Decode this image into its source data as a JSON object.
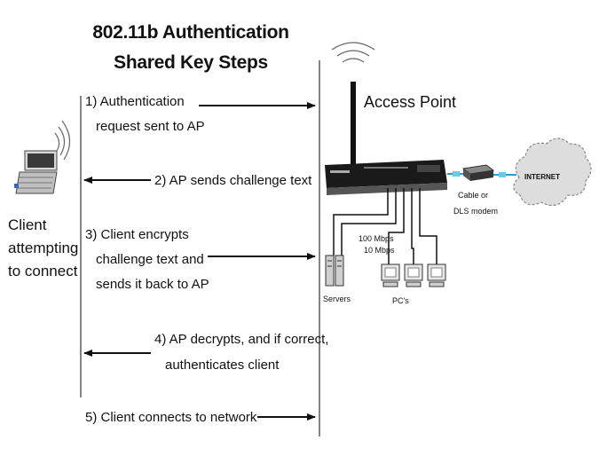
{
  "title": {
    "line1": "802.11b Authentication",
    "line2": "Shared Key Steps"
  },
  "client": {
    "label_lines": [
      "Client",
      "attempting",
      "to connect"
    ]
  },
  "access_point": {
    "label": "Access Point"
  },
  "steps": [
    {
      "lines": [
        "1) Authentication",
        "request sent to AP"
      ],
      "direction": "to-ap"
    },
    {
      "lines": [
        "2) AP sends challenge text"
      ],
      "direction": "to-client"
    },
    {
      "lines": [
        "3) Client encrypts",
        "challenge text and",
        "sends it back to AP"
      ],
      "direction": "to-ap"
    },
    {
      "lines": [
        "4) AP decrypts, and if correct,",
        "authenticates client"
      ],
      "direction": "to-client"
    },
    {
      "lines": [
        "5) Client connects to network"
      ],
      "direction": "to-ap"
    }
  ],
  "network": {
    "modem_label_lines": [
      "Cable or",
      "DLS modem"
    ],
    "internet_label": "INTERNET",
    "speed_100": "100 Mbps",
    "speed_10": "10 Mbps",
    "servers_label": "Servers",
    "pcs_label": "PC's"
  }
}
